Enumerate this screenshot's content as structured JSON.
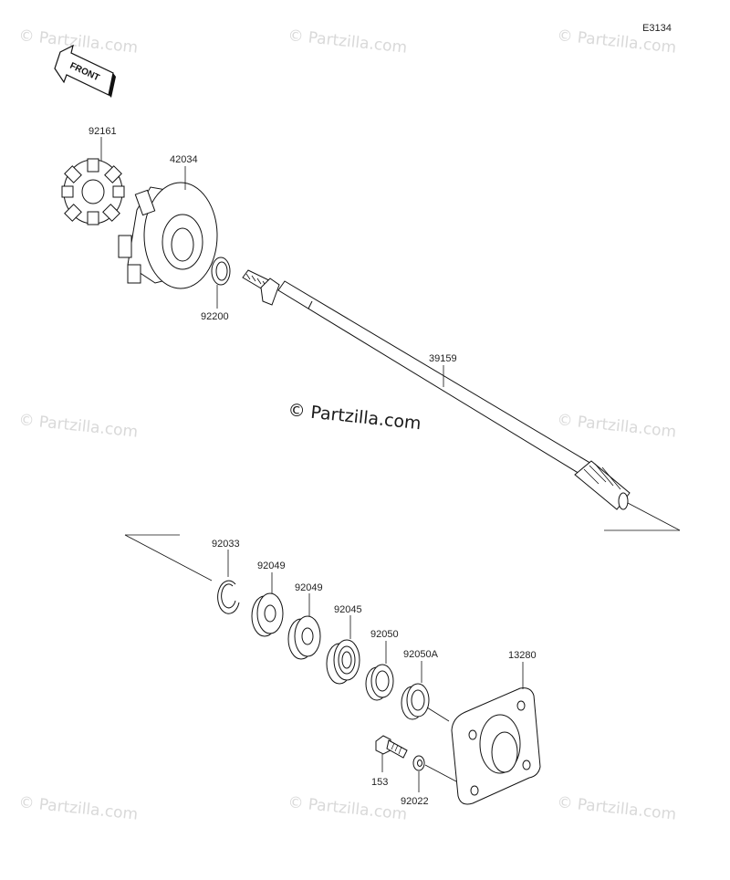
{
  "diagram_code": "E3134",
  "front_label": "FRONT",
  "watermark_text": "© Partzilla.com",
  "center_watermark": "© Partzilla.com",
  "parts": {
    "coupler": "92161",
    "impeller_coupling": "42034",
    "washer": "92200",
    "drive_shaft": "39159",
    "circlip": "92033",
    "collar_a": "92049",
    "collar_b": "92049",
    "bearing": "92045",
    "oil_seal": "92050",
    "oil_seal_a": "92050A",
    "bearing_housing": "13280",
    "bolt": "153",
    "plain_washer": "92022"
  }
}
